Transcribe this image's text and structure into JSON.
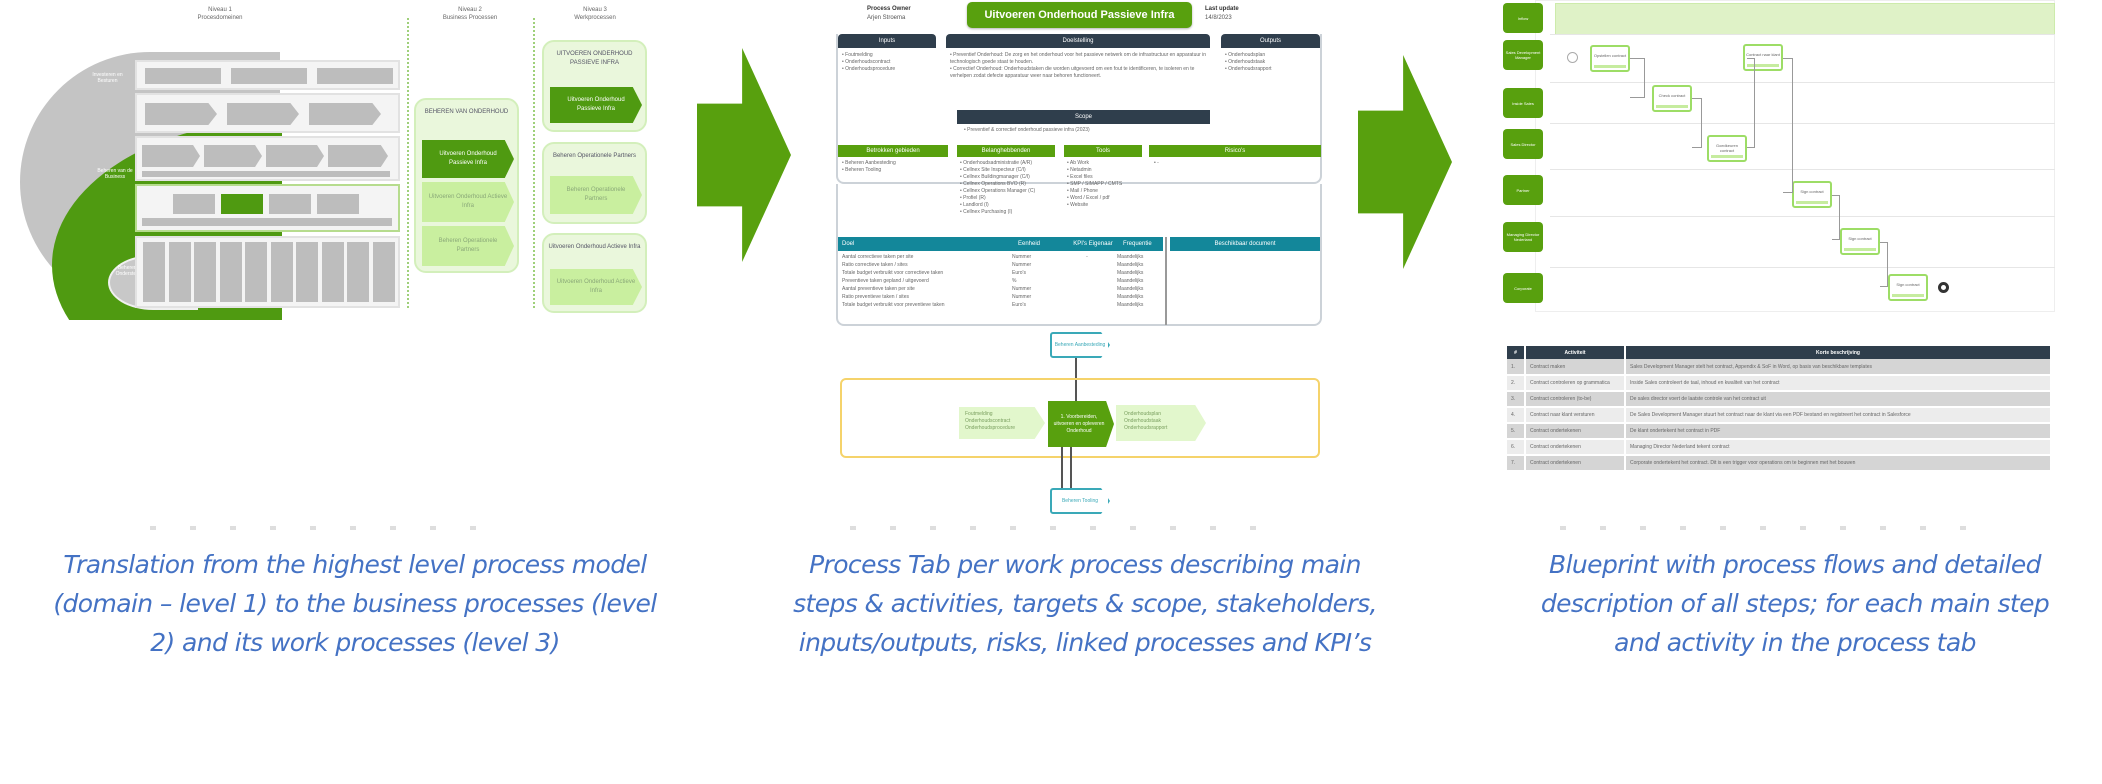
{
  "colors": {
    "brand_green": "#58a00e",
    "dark_green": "#4f9a11",
    "light_green": "#c9ef9f",
    "card_green": "#eaf7dc",
    "navy": "#2f3e4c",
    "teal": "#13879a",
    "caption_blue": "#4472c4",
    "grey": "#bdbdbd",
    "yellow": "#f5d36b"
  },
  "panel1": {
    "level1": {
      "title": "Niveau 1",
      "subtitle": "Procesdomeinen"
    },
    "level2": {
      "title": "Niveau 2",
      "subtitle": "Business Processen"
    },
    "level3": {
      "title": "Niveau 3",
      "subtitle": "Werkprocessen"
    },
    "domains": {
      "top": "Investeren en Besturen",
      "middle": "Beheren van de Business",
      "bottom": "Beheren van Ondersteuning"
    },
    "level2_card": {
      "title": "BEHEREN VAN ONDERHOUD",
      "items": [
        "Uitvoeren Onderhoud Passieve Infra",
        "Uitvoeren Onderhoud Actieve Infra",
        "Beheren Operationele Partners"
      ]
    },
    "level3_cards": [
      {
        "title": "UITVOEREN ONDERHOUD PASSIEVE INFRA",
        "item": "Uitvoeren Onderhoud Passieve Infra"
      },
      {
        "title": "Beheren Operationele Partners",
        "item": "Beheren Operationele Partners"
      },
      {
        "title": "Uitvoeren Onderhoud Actieve Infra",
        "item": "Uitvoeren Onderhoud Actieve Infra"
      }
    ]
  },
  "panel2": {
    "title": "Uitvoeren Onderhoud Passieve Infra",
    "owner_label": "Process Owner",
    "owner_name": "Arjen Stroema",
    "update_label": "Last update",
    "update_date": "14/8/2023",
    "inputs": {
      "header": "Inputs",
      "items": [
        "Foutmelding",
        "Onderhoudscontract",
        "Onderhoudsprocedure"
      ]
    },
    "breakdown": {
      "header": "Doelstelling",
      "items": [
        "Preventief Onderhoud: De zorg en het onderhoud voor het passieve netwerk om de infrastructuur en apparatuur in technologisch goede staat te houden.",
        "Correctief Onderhoud: Onderhoudstaken die worden uitgevoerd om een fout te identificeren, te isoleren en te verhelpen zodat defecte apparatuur weer naar behoren functioneert."
      ]
    },
    "outputs": {
      "header": "Outputs",
      "items": [
        "Onderhoudsplan",
        "Onderhoudstaak",
        "Onderhoudsrapport"
      ]
    },
    "scope": {
      "header": "Scope",
      "items": [
        "Preventief & correctief onderhoud passieve infra (2023)"
      ]
    },
    "linked": {
      "header": "Betrokken gebieden",
      "items": [
        "Beheren Aanbesteding",
        "Beheren Tooling"
      ]
    },
    "stakeholders": {
      "header": "Belanghebbenden",
      "items": [
        "Onderhoudsadministratie (A/R)",
        "Cellnex Site Inspecteur (C/I)",
        "Cellnex Buildingmanager (C/I)",
        "Cellnex Operations BVO (R)",
        "Cellnex Operations Manager (C)",
        "Profiel (R)",
        "Landlord (I)",
        "Cellnex Purchasing (I)"
      ]
    },
    "tools": {
      "header": "Tools",
      "items": [
        "Ab Work",
        "Netadmin",
        "Excel files",
        "SMP / SIMAPP / CMTS",
        "Mail / Phone",
        "Word / Excel / pdf",
        "Website"
      ]
    },
    "risks": {
      "header": "Risico's",
      "items": [
        "-"
      ]
    },
    "kpi": {
      "headers": [
        "Doel",
        "Eenheid",
        "KPI's Eigenaar",
        "Frequentie"
      ],
      "rows": [
        [
          "Aantal correctieve taken per site",
          "Nummer",
          "-",
          "Maandelijks"
        ],
        [
          "Ratio correctieve taken / sites",
          "Nummer",
          "",
          "Maandelijks"
        ],
        [
          "Totale budget verbruikt voor correctieve taken",
          "Euro's",
          "",
          "Maandelijks"
        ],
        [
          "Preventieve taken gepland / uitgevoerd",
          "%",
          "",
          "Maandelijks"
        ],
        [
          "Aantal preventieve taken per site",
          "Nummer",
          "",
          "Maandelijks"
        ],
        [
          "Ratio preventieve taken / sites",
          "Nummer",
          "",
          "Maandelijks"
        ],
        [
          "Totale budget verbruikt voor preventieve taken",
          "Euro's",
          "",
          "Maandelijks"
        ]
      ]
    },
    "documents_header": "Beschikbaar document",
    "flow": {
      "upstream": "Beheren Aanbesteding",
      "downstream": "Beheren Tooling",
      "inputs": [
        "Foutmelding",
        "Onderhoudscontract",
        "Onderhoudsprocedure"
      ],
      "step": "1. Voorbereiden, uitvoeren en opleveren Onderhoud",
      "outputs": [
        "Onderhoudsplan",
        "Onderhoudstaak",
        "Onderhoudsrapport"
      ]
    }
  },
  "panel3": {
    "lanes": [
      "Inflow",
      "Sales Development Manager",
      "Inside Sales",
      "Sales Director",
      "Partner",
      "Managing Director Nederland",
      "Corporate"
    ],
    "tasks": [
      "Opstellen contract",
      "Check contract",
      "Goedkeuren contract",
      "Contract naar klant",
      "Sign contract",
      "Sign contract",
      "Sign contract"
    ],
    "table": {
      "headers": [
        "#",
        "Activiteit",
        "Korte beschrijving"
      ],
      "rows": [
        [
          "1.",
          "Contract maken",
          "Sales Development Manager stelt het contract, Appendix & SoF in Word, op basis van beschikbare templates"
        ],
        [
          "2.",
          "Contract controleren op grammatica",
          "Inside Sales controleert de taal, inhoud en kwaliteit van het contract"
        ],
        [
          "3.",
          "Contract controleren (to-be)",
          "De sales director voert de laatste controle van het contract uit"
        ],
        [
          "4.",
          "Contract naar klant versturen",
          "De Sales Development Manager stuurt het contract naar de klant via een PDF bestand en registreert het contract in Salesforce"
        ],
        [
          "5.",
          "Contract ondertekenen",
          "De klant ondertekent het contract in PDF"
        ],
        [
          "6.",
          "Contract ondertekenen",
          "Managing Director Nederland tekent contract"
        ],
        [
          "7.",
          "Contract ondertekenen",
          "Corporate ondertekent het contract. Dit is een trigger voor operations om te beginnen met het bouwen"
        ]
      ]
    }
  },
  "captions": [
    {
      "lines": [
        "Translation from the highest level process model",
        "(domain – level 1) to the business processes (level",
        "2) and its work processes (level 3)"
      ]
    },
    {
      "lines": [
        "Process Tab  per work process describing main",
        "steps & activities, targets & scope, stakeholders,",
        "inputs/outputs, risks, linked processes and KPI’s"
      ]
    },
    {
      "lines": [
        "Blueprint with process flows and detailed",
        "description of all steps; for each main step",
        "and activity in the process tab"
      ]
    }
  ],
  "icons": {
    "arrow": "right-arrow-icon",
    "start": "start-event-icon",
    "end": "end-event-icon"
  }
}
